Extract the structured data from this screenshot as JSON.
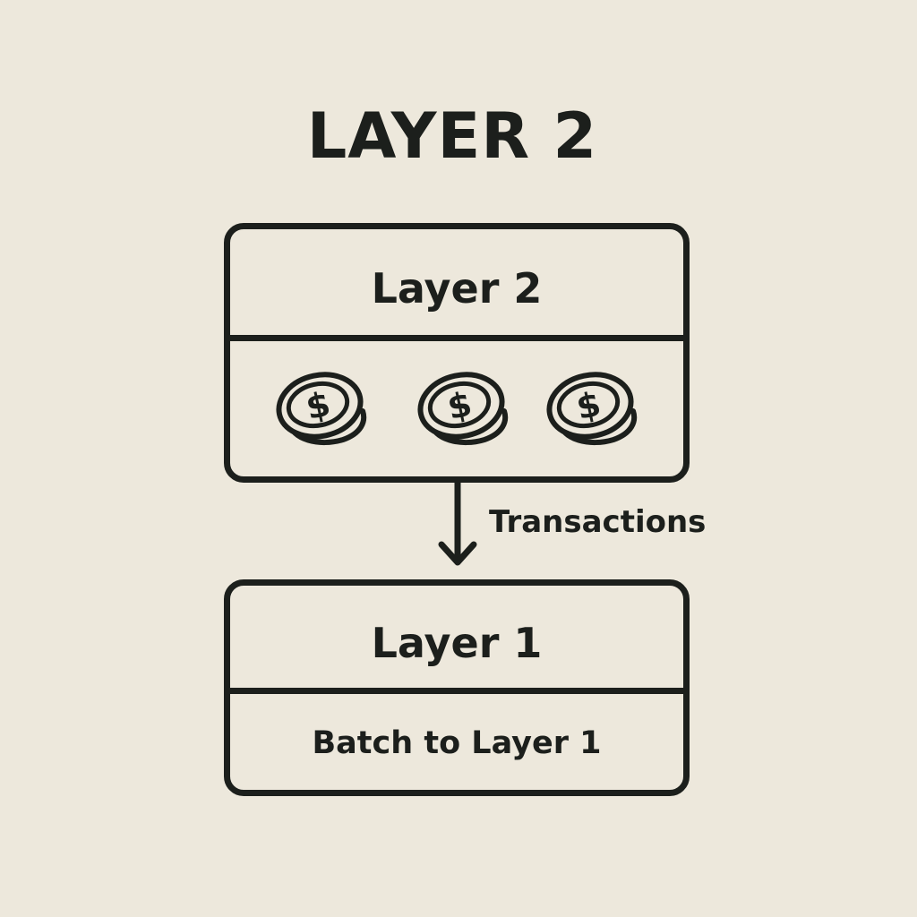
{
  "title": "LAYER 2",
  "layer2_box": {
    "header": "Layer 2",
    "coins": [
      {
        "icon": "dollar-coin-icon"
      },
      {
        "icon": "dollar-coin-icon"
      },
      {
        "icon": "dollar-coin-icon"
      }
    ]
  },
  "connector": {
    "label": "Transactions",
    "icon": "arrow-down-icon"
  },
  "layer1_box": {
    "header": "Layer 1",
    "body": "Batch to Layer 1"
  },
  "colors": {
    "background": "#ede8dc",
    "ink": "#1c1f1c"
  }
}
